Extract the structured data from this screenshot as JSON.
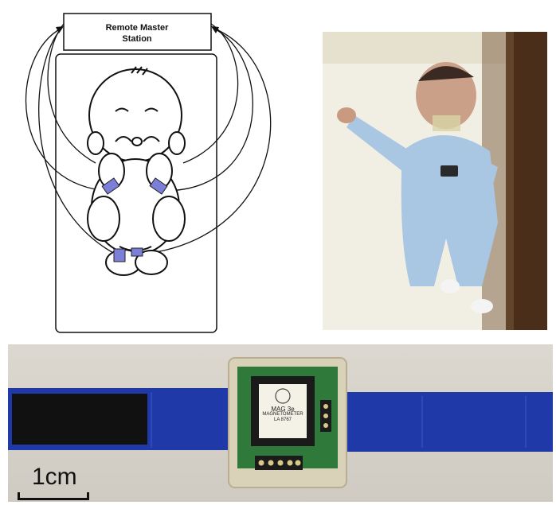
{
  "diagram": {
    "station_line1": "Remote Master",
    "station_line2": "Station"
  },
  "device": {
    "chip_line1": "MAG 3e",
    "chip_line2": "MAGNETOMETER",
    "chip_line3": "LA 8767"
  },
  "scale": {
    "label": "1cm"
  },
  "colors": {
    "sensor": "#7b7fd8",
    "strap": "#1f3aa8",
    "velcro": "#111111",
    "pcb": "#2f7a3a"
  }
}
